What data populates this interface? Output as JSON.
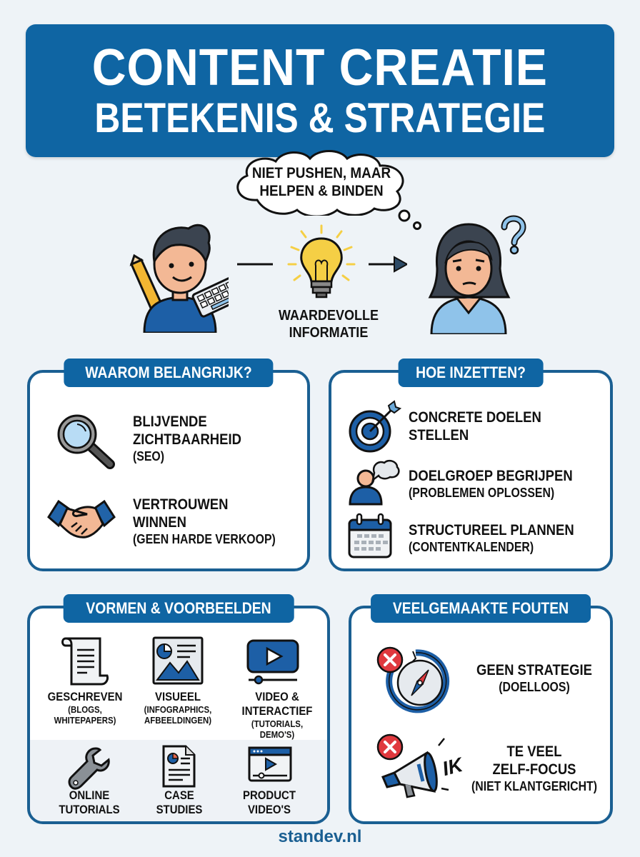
{
  "header": {
    "title_line1": "CONTENT CREATIE",
    "title_line2": "BETEKENIS & STRATEGIE"
  },
  "scene": {
    "thought_bubble_line1": "NIET PUSHEN, MAAR",
    "thought_bubble_line2": "HELPEN & BINDEN",
    "center_label_line1": "WAARDEVOLLE",
    "center_label_line2": "INFORMATIE",
    "question_mark": "?",
    "icons": [
      "creator-person-icon",
      "pencil-icon",
      "keyboard-icon",
      "lightbulb-icon",
      "arrow-right-icon",
      "audience-person-icon",
      "question-icon"
    ]
  },
  "panels": {
    "why": {
      "title": "WAAROM BELANGRIJK?",
      "items": [
        {
          "icon": "magnifier-icon",
          "line1": "BLIJVENDE",
          "line2": "ZICHTBAARHEID",
          "sub": "(SEO)"
        },
        {
          "icon": "handshake-icon",
          "line1": "VERTROUWEN",
          "line2": "WINNEN",
          "sub": "(GEEN HARDE VERKOOP)"
        }
      ]
    },
    "how": {
      "title": "HOE INZETTEN?",
      "items": [
        {
          "icon": "target-icon",
          "line1": "CONCRETE DOELEN",
          "line2": "STELLEN"
        },
        {
          "icon": "person-speech-icon",
          "line1": "DOELGROEP BEGRIJPEN",
          "sub": "(PROBLEMEN OPLOSSEN)"
        },
        {
          "icon": "calendar-icon",
          "line1": "STRUCTUREEL PLANNEN",
          "sub": "(CONTENTKALENDER)"
        }
      ]
    },
    "forms": {
      "title": "VORMEN & VOORBEELDEN",
      "items": [
        {
          "icon": "scroll-document-icon",
          "line1": "GESCHREVEN",
          "sub1": "(BLOGS,",
          "sub2": "WHITEPAPERS)"
        },
        {
          "icon": "infographic-icon",
          "line1": "VISUEEL",
          "sub1": "(INFOGRAPHICS,",
          "sub2": "AFBEELDINGEN)"
        },
        {
          "icon": "video-player-icon",
          "line1": "VIDEO &",
          "line2": "INTERACTIEF",
          "sub1": "(TUTORIALS, DEMO'S)"
        },
        {
          "icon": "wrench-icon",
          "line1": "ONLINE",
          "line2": "TUTORIALS"
        },
        {
          "icon": "case-document-icon",
          "line1": "CASE",
          "line2": "STUDIES"
        },
        {
          "icon": "browser-video-icon",
          "line1": "PRODUCT",
          "line2": "VIDEO'S"
        }
      ]
    },
    "mistakes": {
      "title": "VEELGEMAAKTE FOUTEN",
      "items": [
        {
          "icon": "broken-compass-icon",
          "line1": "GEEN STRATEGIE",
          "sub": "(DOELLOOS)"
        },
        {
          "icon": "megaphone-icon",
          "shout": "IK",
          "line1": "TE VEEL",
          "line2": "ZELF-FOCUS",
          "sub": "(NIET KLANTGERICHT)"
        }
      ]
    }
  },
  "footer": {
    "site": "standev.nl"
  },
  "colors": {
    "primary": "#0f65a3",
    "border": "#1a5f92",
    "background": "#eef3f7",
    "error": "#e0393e",
    "bulb": "#f5cf45"
  }
}
